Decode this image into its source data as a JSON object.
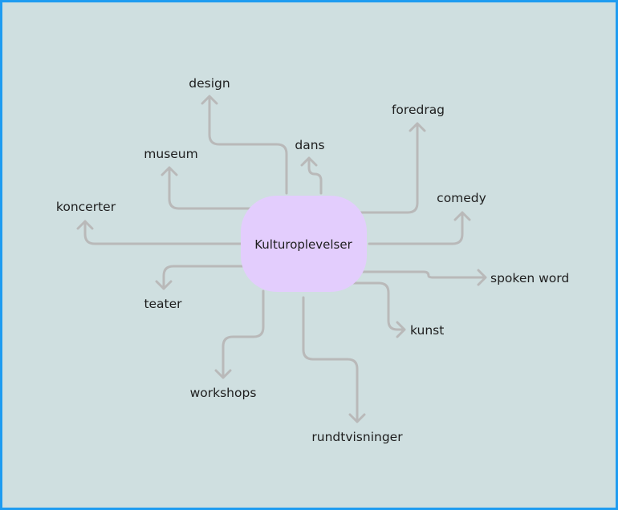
{
  "center": {
    "label": "Kulturoplevelser",
    "fill": "#e3cdfd"
  },
  "branches": [
    {
      "id": "design",
      "label": "design"
    },
    {
      "id": "museum",
      "label": "museum"
    },
    {
      "id": "dans",
      "label": "dans"
    },
    {
      "id": "foredrag",
      "label": "foredrag"
    },
    {
      "id": "koncerter",
      "label": "koncerter"
    },
    {
      "id": "comedy",
      "label": "comedy"
    },
    {
      "id": "teater",
      "label": "teater"
    },
    {
      "id": "spoken-word",
      "label": "spoken word"
    },
    {
      "id": "kunst",
      "label": "kunst"
    },
    {
      "id": "workshops",
      "label": "workshops"
    },
    {
      "id": "rundtvisninger",
      "label": "rundtvisninger"
    }
  ],
  "colors": {
    "background": "#cfdfe0",
    "border": "#1f9cf0",
    "connector": "#b9b9b9",
    "text": "#1e1e1e"
  }
}
